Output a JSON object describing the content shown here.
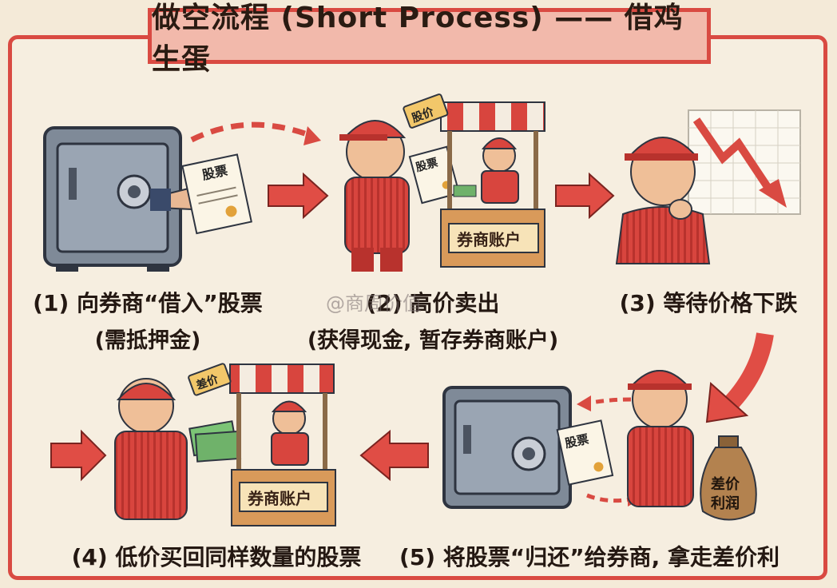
{
  "title": "做空流程 (Short Process) —— 借鸡生蛋",
  "steps": [
    {
      "main": "(1) 向券商“借入”股票",
      "sub": "(需抵押金)"
    },
    {
      "main": "(2) 高价卖出",
      "sub": "(获得现金, 暂存券商账户)"
    },
    {
      "main": "(3) 等待价格下跌",
      "sub": ""
    },
    {
      "main": "(4) 低价买回同样数量的股票",
      "sub": ""
    },
    {
      "main": "(5) 将股票“归还”给券商, 拿走差价利",
      "sub": ""
    }
  ],
  "labels": {
    "stock": "股票",
    "price_tag": "股价",
    "spread_tag": "差价",
    "account": "券商账户",
    "profit_line1": "差价",
    "profit_line2": "利润"
  },
  "watermark": "@商周价值",
  "colors": {
    "accent": "#d94a42",
    "background": "#f6eee0"
  }
}
